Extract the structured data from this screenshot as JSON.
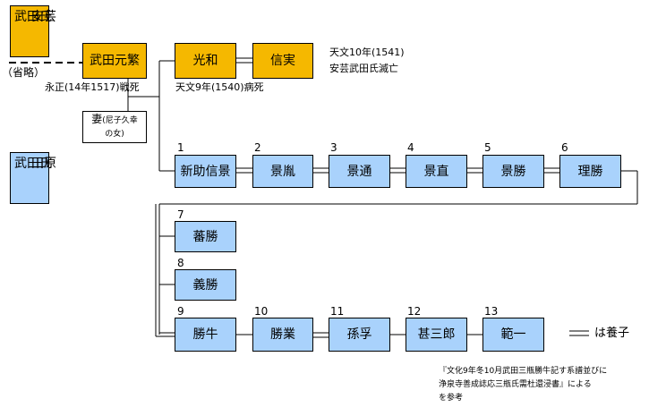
{
  "legend_boxes": {
    "aki_col1": "武田氏",
    "aki_col2": "安芸",
    "harada_col1": "武田氏",
    "harada_col2": "田原",
    "omitted": "（省略）"
  },
  "nodes": {
    "motoshige": "武田元繁",
    "mitsukazu": "光和",
    "nobuzane": "信実",
    "spouse_main": "妻",
    "spouse_note_a": "(尼子久幸",
    "spouse_note_b": "の女)",
    "nobukage": "新助信景",
    "kagetaka": "景胤",
    "kagemichi": "景通",
    "kagenao": "景直",
    "kagekatsu": "景勝",
    "masakatsu": "理勝",
    "shigekatsu": "蕃勝",
    "yoshikatsu": "義勝",
    "katsuushi": "勝牛",
    "katsunari": "勝業",
    "magoyoshi": "孫孚",
    "jinzaburo": "甚三郎",
    "norikazu": "範一"
  },
  "numbers": [
    "1",
    "2",
    "3",
    "4",
    "5",
    "6",
    "7",
    "8",
    "9",
    "10",
    "11",
    "12",
    "13"
  ],
  "annotations": {
    "motoshige_death": "永正(14年1517)戦死",
    "mitsukazu_death": "天文9年(1540)病死",
    "fall_year": "天文10年(1541)",
    "fall_text": "安芸武田氏滅亡",
    "adoption_legend": "は養子"
  },
  "source_note": {
    "line1": "『文化9年冬10月武田三瓶勝牛記す系譜並びに",
    "line2": "浄泉寺善成誌応三瓶氏需杜還浸書』による",
    "line3": "を参考"
  },
  "colors": {
    "aki_fill": "#f5b800",
    "harada_fill": "#a9d2fc",
    "line": "#000000"
  }
}
